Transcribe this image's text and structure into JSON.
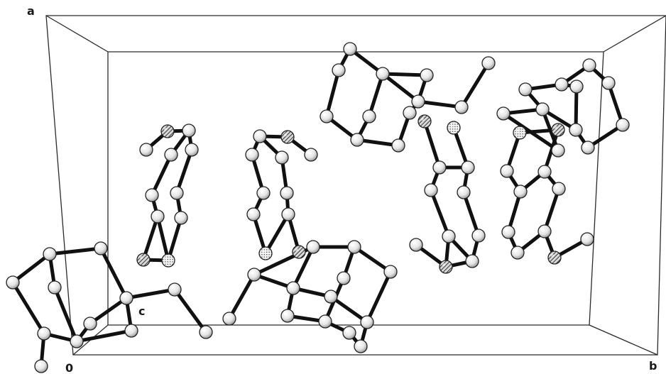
{
  "axis_labels": {
    "a": "a",
    "b": "b",
    "c": "c",
    "origin": "0"
  },
  "atom_styles": {
    "carbon": "plain",
    "nitrogen": "dotted",
    "oxygen": "hatched"
  }
}
